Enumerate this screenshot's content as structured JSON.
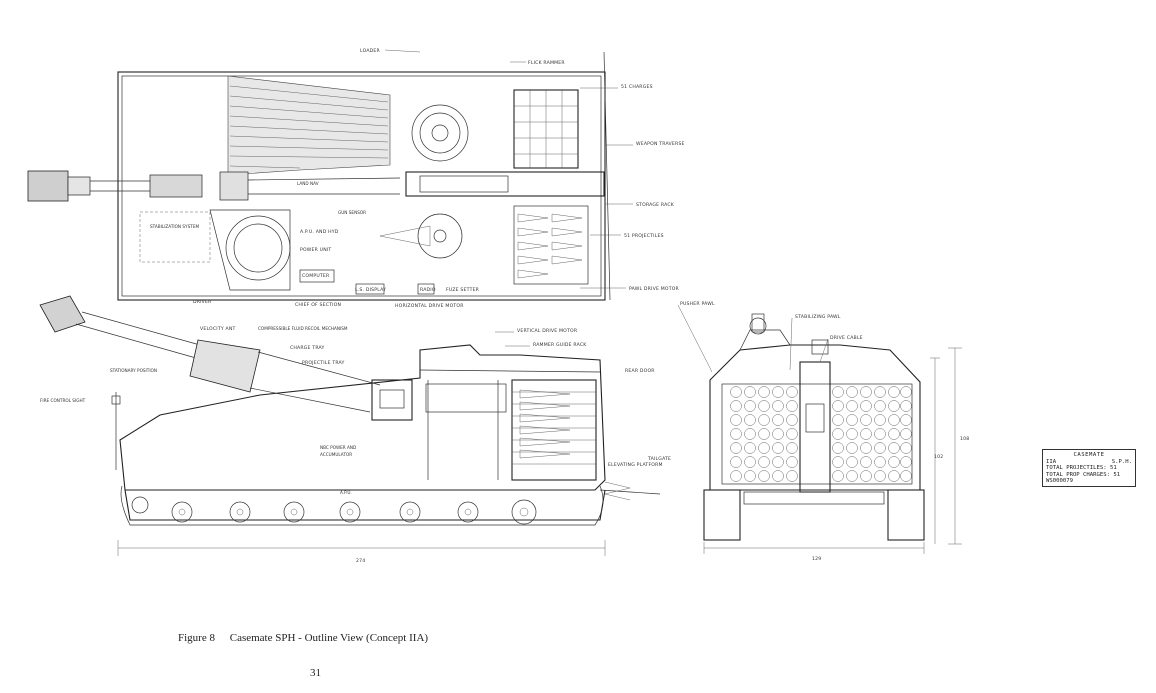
{
  "labels": {
    "loader": "LOADER",
    "flick_rammer": "FLICK RAMMER",
    "charges": "51 CHARGES",
    "weapon_traverse": "WEAPON TRAVERSE",
    "storage_rack": "STORAGE RACK",
    "projectiles": "51 PROJECTILES",
    "pawl_drive_motor": "PAWL DRIVE MOTOR",
    "pusher_pawl": "PUSHER PAWL",
    "stabilizing_pawl": "STABILIZING PAWL",
    "drive_cable": "DRIVE CABLE",
    "vertical_drive_motor": "VERTICAL DRIVE MOTOR",
    "rammer_guide_rack": "RAMMER GUIDE RACK",
    "apu_and_hyd": "A.P.U. AND HYD",
    "power_unit": "POWER UNIT",
    "computer": "COMPUTER",
    "chief_of_section": "CHIEF OF SECTION",
    "ls_display": "L.S. DISPLAY",
    "radio": "RADIO",
    "fuze_setter": "FUZE SETTER",
    "horizontal_drive_motor": "HORIZONTAL DRIVE MOTOR",
    "driver": "DRIVER",
    "gun_sensor": "GUN SENSOR",
    "land_nav": "LAND NAV",
    "stabilization_system": "STABILIZATION SYSTEM",
    "velocity_ant": "VELOCITY ANT",
    "compressible_fluid": "COMPRESSIBLE FLUID RECOIL MECHANISM",
    "charge_tray": "CHARGE TRAY",
    "projectile_tray": "PROJECTILE TRAY",
    "stationary_position": "STATIONARY POSITION",
    "fire_control_sight": "FIRE CONTROL SIGHT",
    "rear_door": "REAR DOOR",
    "tailgate": "TAILGATE",
    "elevating_platform": "ELEVATING PLATFORM",
    "nbc_power": "NBC POWER AND",
    "accumulator": "ACCUMULATOR",
    "apu": "A.P.U.",
    "dim_length": "274",
    "dim_width": "129",
    "dim_height_outer": "108",
    "dim_height_inner": "102"
  },
  "title_block": {
    "title": "CASEMATE",
    "concept": "IIA",
    "type": "S.P.H.",
    "line_projectiles": "TOTAL  PROJECTILES: 51",
    "line_charges": "TOTAL  PROP CHARGES: 51",
    "code": "WS000079"
  },
  "caption": {
    "figure": "Figure 8",
    "text": "Casemate SPH - Outline View (Concept IIA)"
  },
  "page_number": "31"
}
